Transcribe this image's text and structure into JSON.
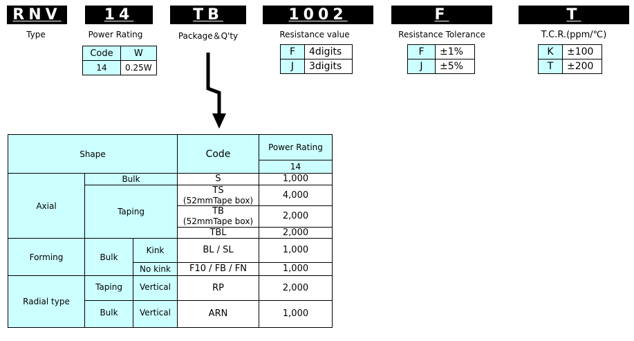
{
  "header": {
    "type": {
      "code": "RNV",
      "caption": "Type"
    },
    "power": {
      "code": "14",
      "caption": "Power Rating",
      "table": {
        "head": [
          "Code",
          "W"
        ],
        "row": [
          "14",
          "0.25W"
        ]
      }
    },
    "package": {
      "code": "TB",
      "caption": "Package＆Q'ty"
    },
    "resistance": {
      "code": "1002",
      "caption": "Resistance value",
      "table": [
        [
          "F",
          "4digits"
        ],
        [
          "J",
          "3digits"
        ]
      ]
    },
    "tolerance": {
      "code": "F",
      "caption": "Resistance Tolerance",
      "table": [
        [
          "F",
          "±1%"
        ],
        [
          "J",
          "±5%"
        ]
      ]
    },
    "tcr": {
      "code": "T",
      "caption": "T.C.R.(ppm/℃)",
      "table": [
        [
          "K",
          "±100"
        ],
        [
          "T",
          "±200"
        ]
      ]
    }
  },
  "package_table": {
    "head": {
      "shape": "Shape",
      "code": "Code",
      "power": "Power Rating",
      "power_sub": "14"
    },
    "axial": {
      "label": "Axial",
      "bulk": {
        "label": "Bulk",
        "code": "S",
        "qty": "1,000"
      },
      "taping": {
        "label": "Taping",
        "rows": [
          {
            "code": "TS",
            "note": "(52mmTape box)",
            "qty": "4,000"
          },
          {
            "code": "TB",
            "note": "(52mmTape box)",
            "qty": "2,000"
          },
          {
            "code": "TBL",
            "qty": "2,000"
          }
        ]
      }
    },
    "forming": {
      "label": "Forming",
      "sub": "Bulk",
      "rows": [
        {
          "style": "Kink",
          "code": "BL / SL",
          "qty": "1,000"
        },
        {
          "style": "No kink",
          "code": "F10 / FB / FN",
          "qty": "1,000"
        }
      ]
    },
    "radial": {
      "label": "Radial type",
      "rows": [
        {
          "pack": "Taping",
          "style": "Vertical",
          "code": "RP",
          "qty": "2,000"
        },
        {
          "pack": "Bulk",
          "style": "Vertical",
          "code": "ARN",
          "qty": "1,000"
        }
      ]
    }
  }
}
